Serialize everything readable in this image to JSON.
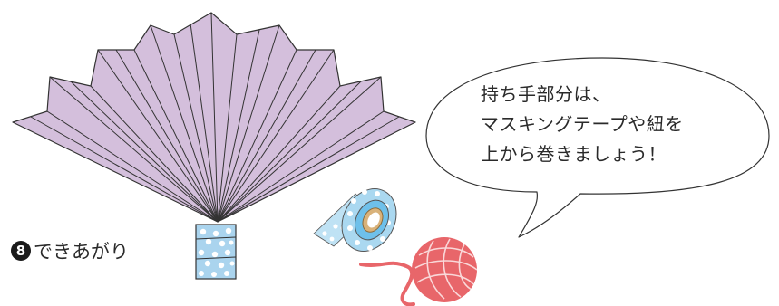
{
  "bubble": {
    "lines": [
      "持ち手部分は、",
      "マスキングテープや紐を",
      "上から巻きましょう！"
    ]
  },
  "step": {
    "number": "8",
    "label": "できあがり"
  },
  "colors": {
    "fan_fill": "#d4bfdc",
    "fan_stroke": "#333333",
    "handle_tape": "#aad4ee",
    "tape_blue": "#6ec0ea",
    "yarn_red": "#e8666a"
  }
}
